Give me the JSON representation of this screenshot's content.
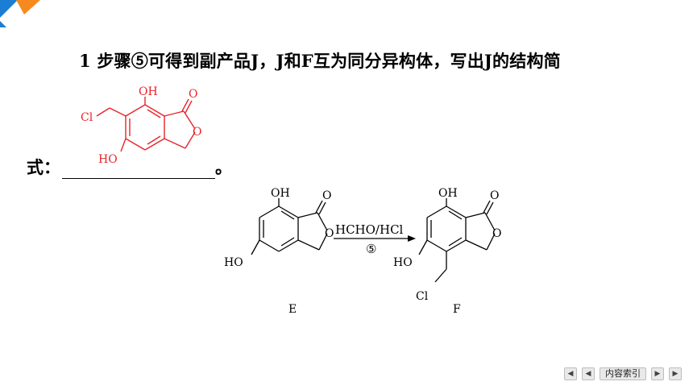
{
  "question": {
    "line1": "1 步骤⑤可得到副产品J，J和F互为同分异构体，写出J的结构简",
    "line2_prefix": "式：",
    "line2_suffix": "。"
  },
  "answer_structure": {
    "color": "#e8232a",
    "labels": {
      "oh_top": "OH",
      "carbonyl_o": "O",
      "ring_o": "O",
      "cl": "Cl",
      "ho_bottom": "HO"
    }
  },
  "scheme": {
    "reagent": "HCHO/HCl",
    "step": "⑤",
    "compound_E": {
      "name": "E",
      "oh": "OH",
      "ho": "HO",
      "carbonyl_o": "O",
      "ring_o": "O"
    },
    "compound_F": {
      "name": "F",
      "oh": "OH",
      "ho": "HO",
      "carbonyl_o": "O",
      "ring_o": "O",
      "cl": "Cl"
    }
  },
  "nav": {
    "first": "◀",
    "prev": "◀",
    "index_label": "内容索引",
    "next": "▶",
    "last": "▶"
  },
  "colors": {
    "logo_blue": "#1a7fd4",
    "logo_orange": "#f58a1f"
  }
}
